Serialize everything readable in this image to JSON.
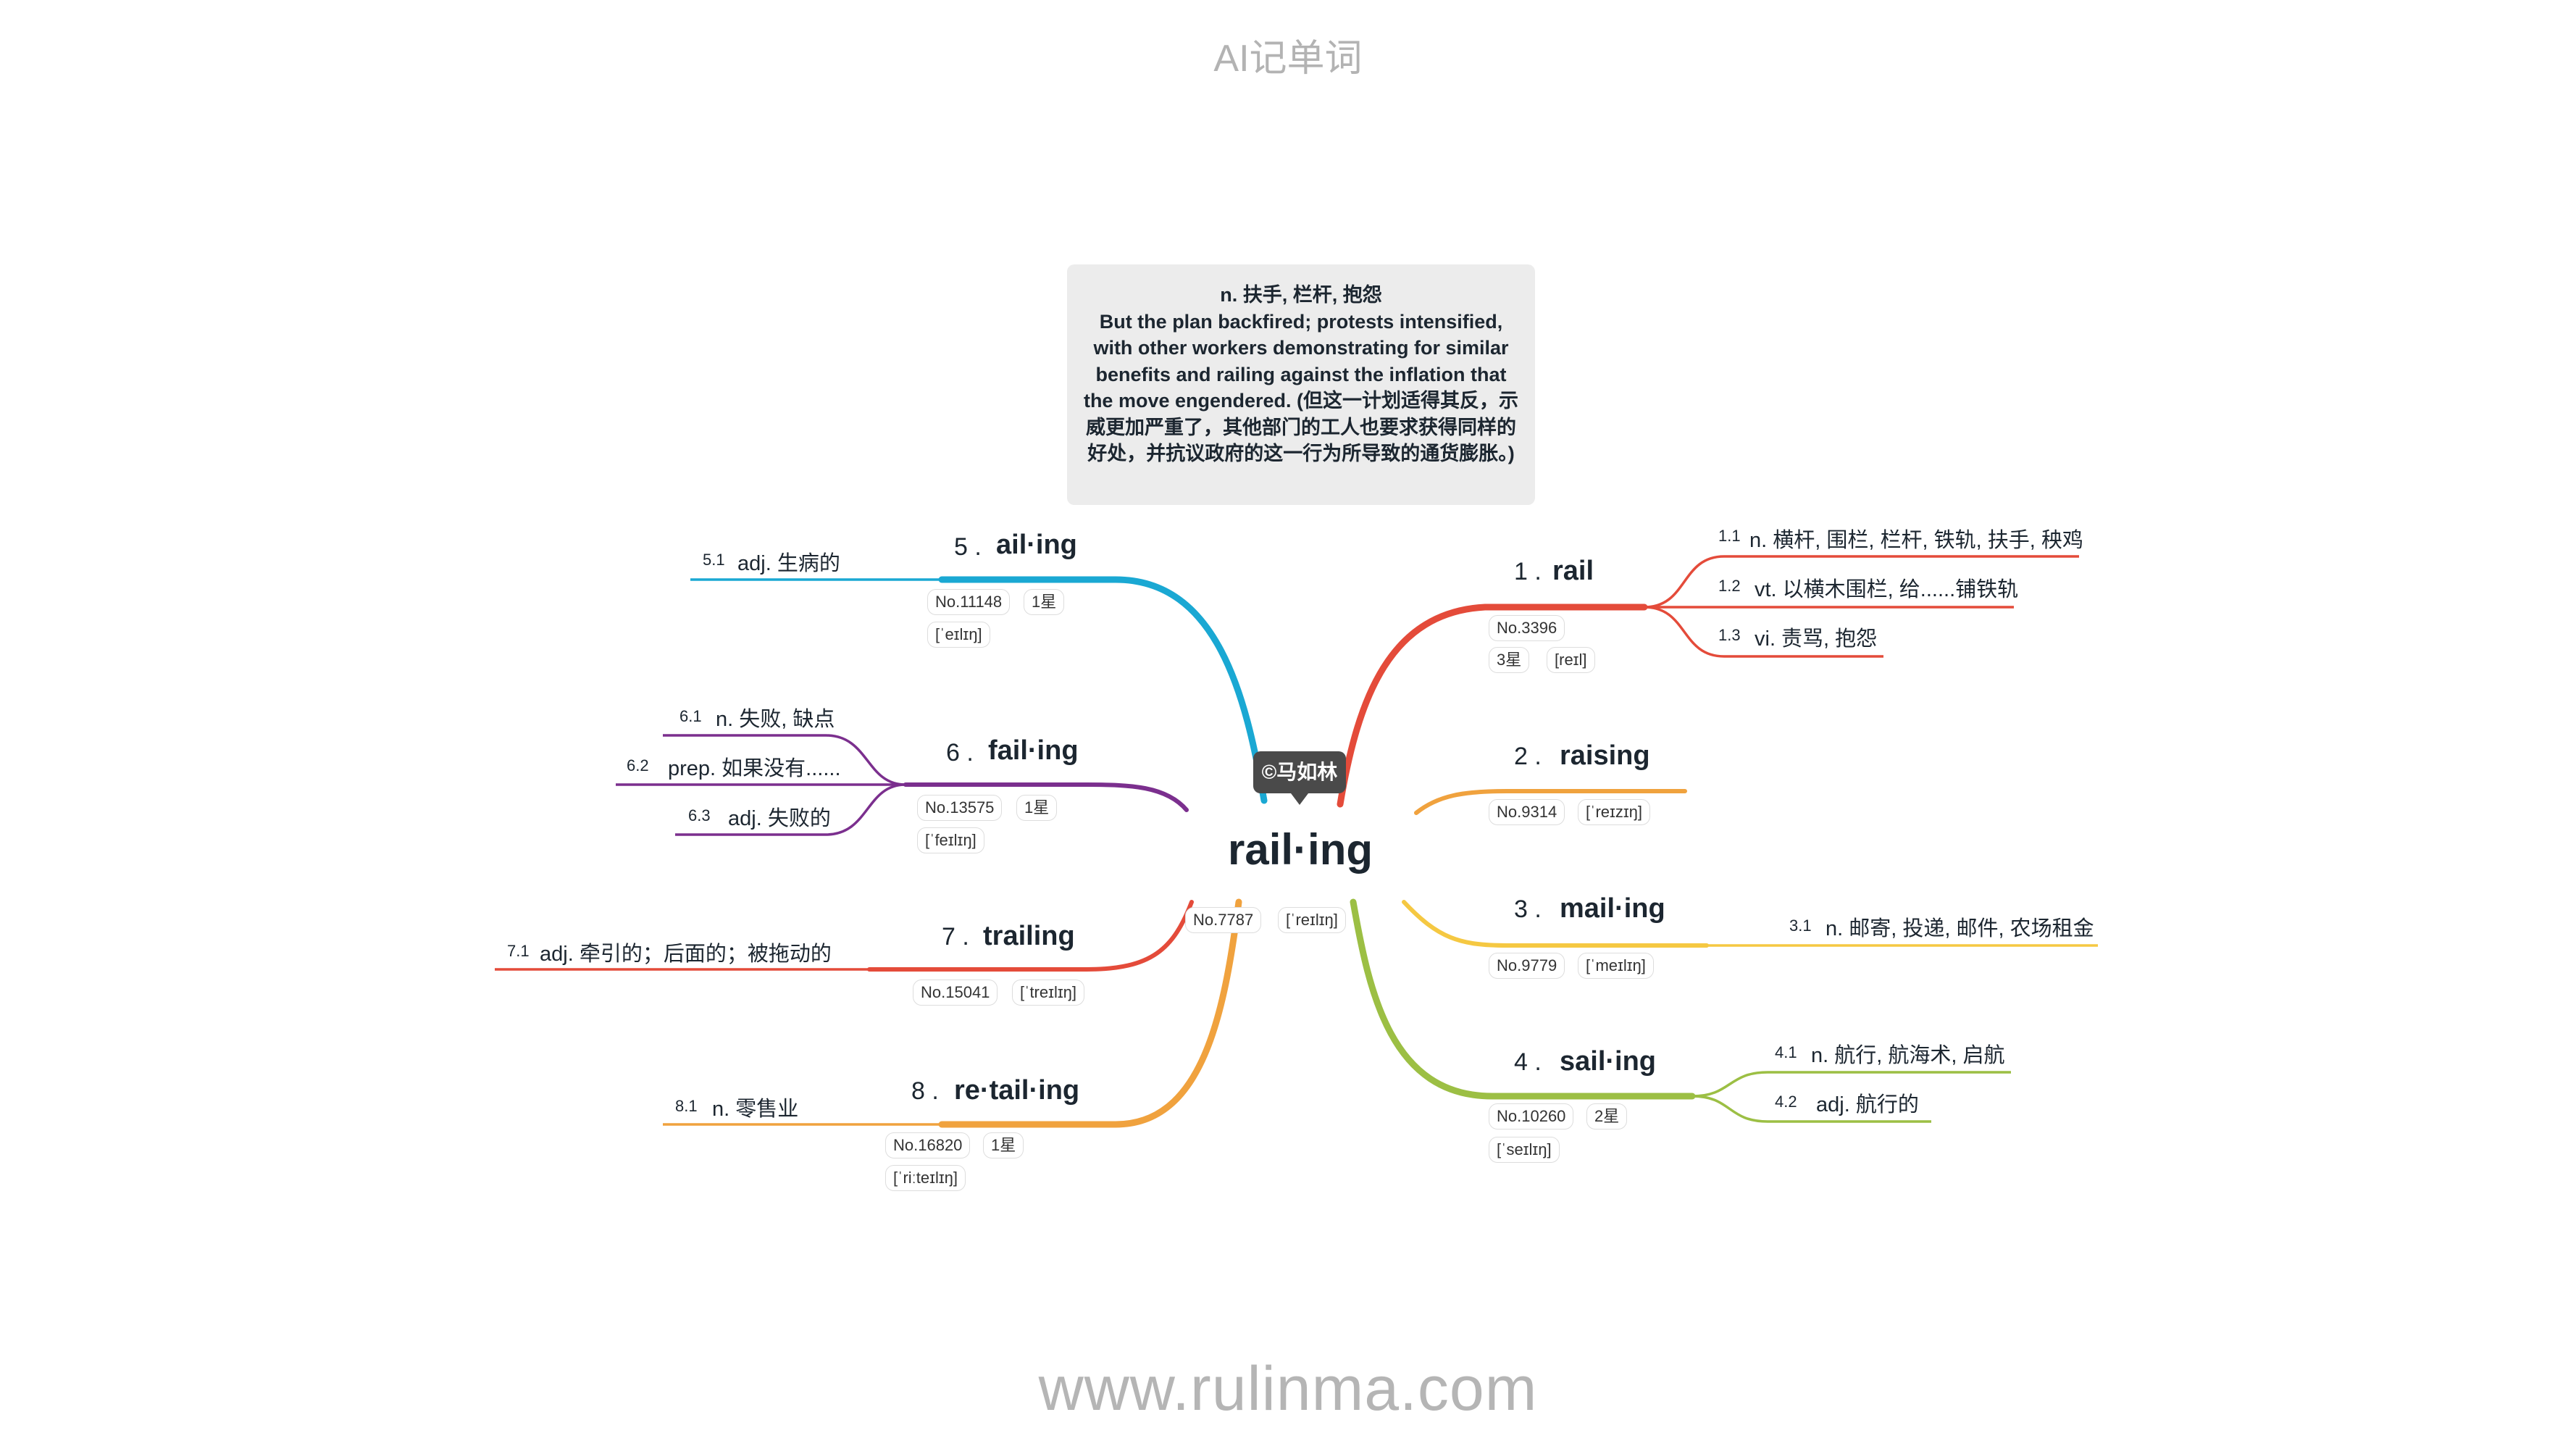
{
  "header": {
    "title": "AI记单词"
  },
  "footer": {
    "url": "www.rulinma.com"
  },
  "note": {
    "definition": "n. 扶手, 栏杆, 抱怨",
    "example": "But the plan backfired; protests intensified, with other workers demonstrating for similar benefits and railing against the inflation that the move engendered. (但这一计划适得其反，示威更加严重了，其他部门的工人也要求获得同样的好处，并抗议政府的这一行为所导致的通货膨胀。)"
  },
  "watermark": {
    "text": "©马如林"
  },
  "center": {
    "word": "rail·ing",
    "rank": "No.7787",
    "phonetic": "[ˈreɪlɪŋ]"
  },
  "colors": {
    "rail": "#e44b3a",
    "raising": "#f0a23e",
    "mailing": "#f5c842",
    "sailing": "#9cbf44",
    "ailing": "#1aa8d3",
    "failing": "#7b2f8e",
    "trailing": "#e44b3a",
    "retailing": "#f0a23e"
  },
  "branches": [
    {
      "num": "1 .",
      "word": "rail",
      "rank": "No.3396",
      "stars": "3星",
      "phonetic": "[reɪl]",
      "senses": [
        {
          "num": "1.1",
          "text": "n. 横杆, 围栏, 栏杆, 铁轨, 扶手, 秧鸡"
        },
        {
          "num": "1.2",
          "text": "vt. 以横木围栏, 给......铺铁轨"
        },
        {
          "num": "1.3",
          "text": "vi. 责骂, 抱怨"
        }
      ]
    },
    {
      "num": "2 .",
      "word": "raising",
      "rank": "No.9314",
      "phonetic": "[ˈreɪzɪŋ]",
      "senses": []
    },
    {
      "num": "3 .",
      "word": "mail·ing",
      "rank": "No.9779",
      "phonetic": "[ˈmeɪlɪŋ]",
      "senses": [
        {
          "num": "3.1",
          "text": "n. 邮寄, 投递, 邮件, 农场租金"
        }
      ]
    },
    {
      "num": "4 .",
      "word": "sail·ing",
      "rank": "No.10260",
      "stars": "2星",
      "phonetic": "[ˈseɪlɪŋ]",
      "senses": [
        {
          "num": "4.1",
          "text": "n. 航行, 航海术, 启航"
        },
        {
          "num": "4.2",
          "text": "adj. 航行的"
        }
      ]
    },
    {
      "num": "5 .",
      "word": "ail·ing",
      "rank": "No.11148",
      "stars": "1星",
      "phonetic": "[ˈeɪlɪŋ]",
      "senses": [
        {
          "num": "5.1",
          "text": "adj. 生病的"
        }
      ]
    },
    {
      "num": "6 .",
      "word": "fail·ing",
      "rank": "No.13575",
      "stars": "1星",
      "phonetic": "[ˈfeɪlɪŋ]",
      "senses": [
        {
          "num": "6.1",
          "text": "n. 失败, 缺点"
        },
        {
          "num": "6.2",
          "text": "prep. 如果没有......"
        },
        {
          "num": "6.3",
          "text": "adj. 失败的"
        }
      ]
    },
    {
      "num": "7 .",
      "word": "trailing",
      "rank": "No.15041",
      "phonetic": "[ˈtreɪlɪŋ]",
      "senses": [
        {
          "num": "7.1",
          "text": "adj. 牵引的；后面的；被拖动的"
        }
      ]
    },
    {
      "num": "8 .",
      "word": "re·tail·ing",
      "rank": "No.16820",
      "stars": "1星",
      "phonetic": "[ˈriːteɪlɪŋ]",
      "senses": [
        {
          "num": "8.1",
          "text": "n. 零售业"
        }
      ]
    }
  ]
}
